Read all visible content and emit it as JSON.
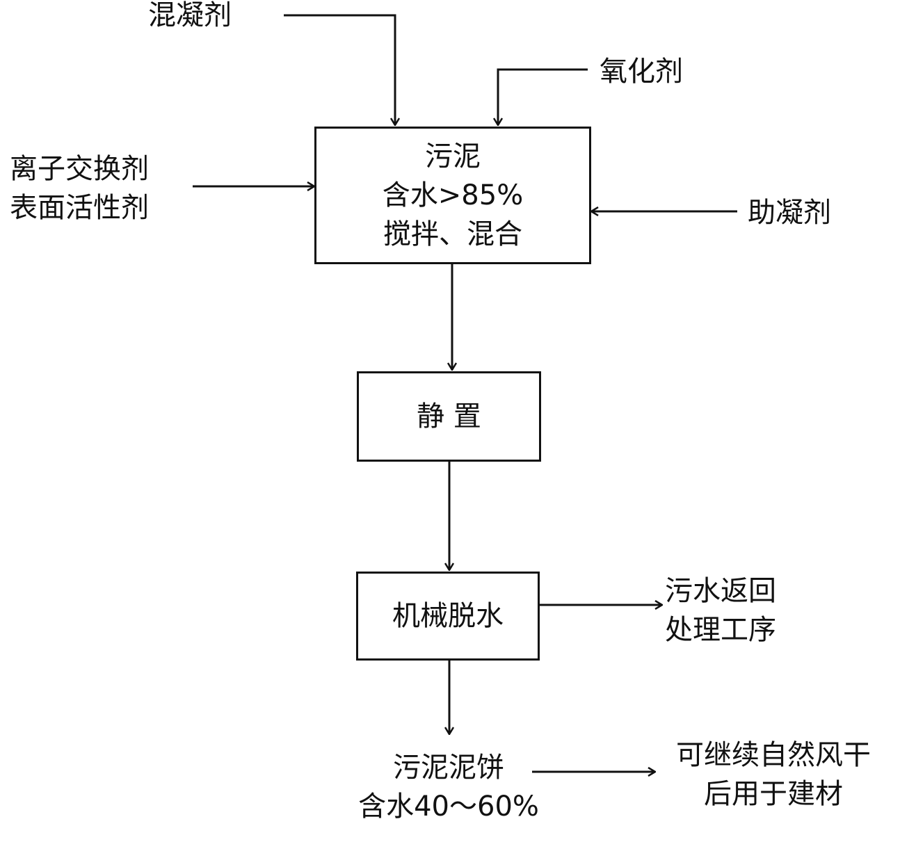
{
  "inputs": {
    "coagulant": "混凝剂",
    "oxidant": "氧化剂",
    "ion_exchange": "离子交换剂",
    "surfactant": "表面活性剂",
    "coagulant_aid": "助凝剂"
  },
  "mix_box": {
    "line1": "污泥",
    "line2": "含水>85%",
    "line3": "搅拌、混合"
  },
  "settle_box": {
    "label": "静 置"
  },
  "dewater_box": {
    "label": "机械脱水"
  },
  "wastewater": {
    "line1": "污水返回",
    "line2": "处理工序"
  },
  "cake": {
    "line1": "污泥泥饼",
    "line2": "含水40～60%"
  },
  "final_use": {
    "line1": "可继续自然风干",
    "line2": "后用于建材"
  }
}
